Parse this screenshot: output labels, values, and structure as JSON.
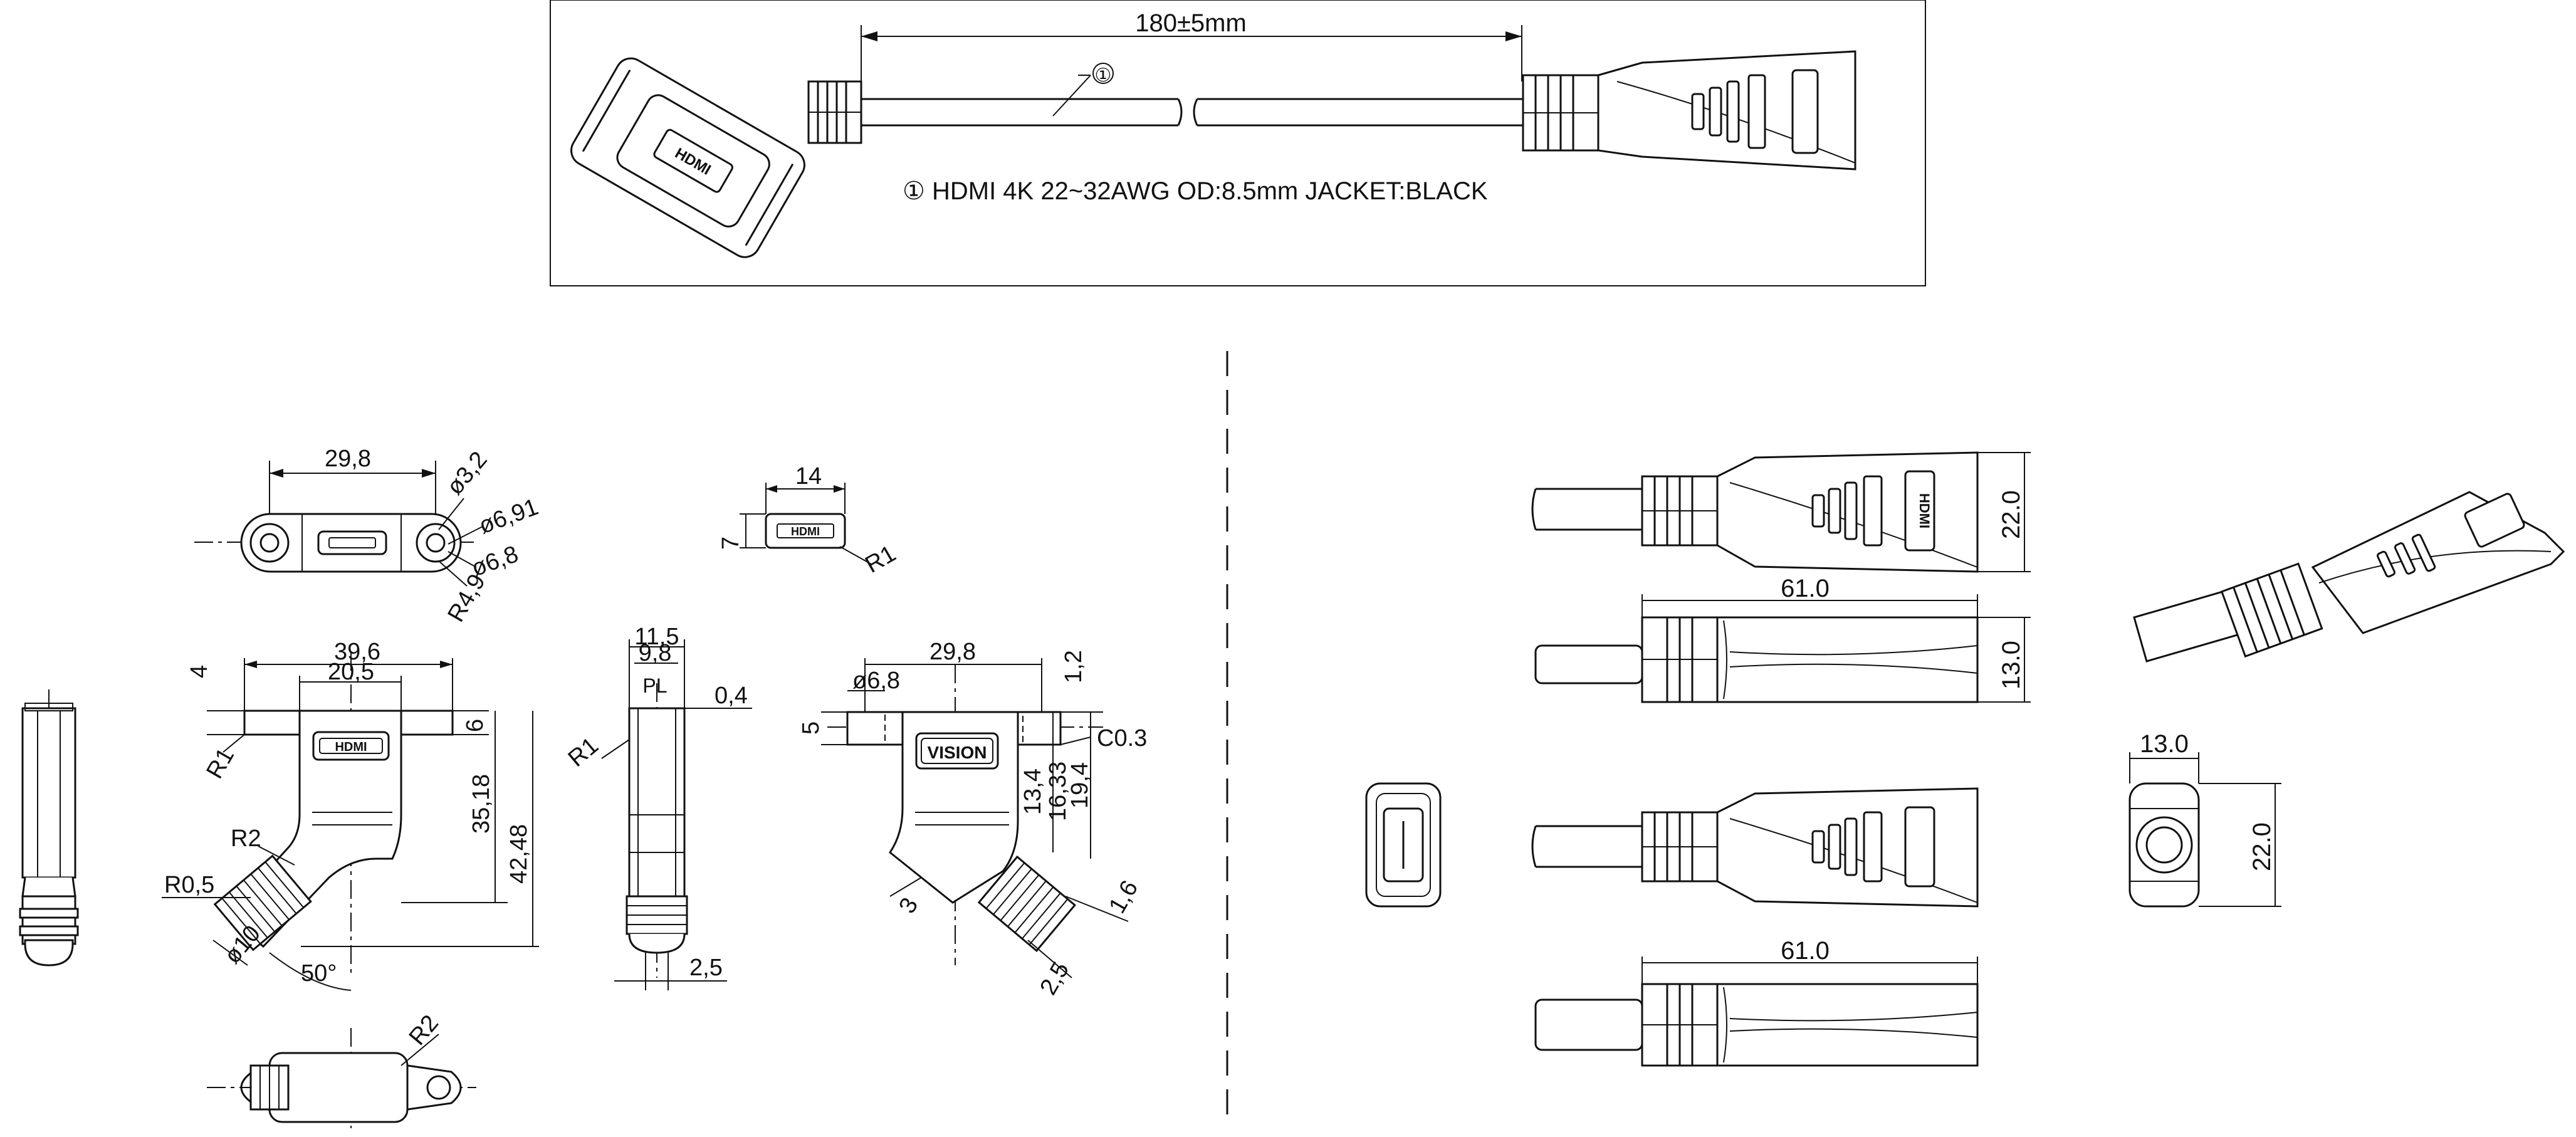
{
  "overview": {
    "length_dim": "180±5mm",
    "callout": "①",
    "spec_note": "① HDMI  4K     22~32AWG  OD:8.5mm  JACKET:BLACK",
    "logo_small": "HDMI"
  },
  "front_view": {
    "width": "29,8",
    "hole_dia": "ø3,2",
    "flange_dia": "ø6,91",
    "boss_dia": "ø6,8",
    "radius": "R4,9"
  },
  "connector_face": {
    "width": "14",
    "height": "7",
    "radius": "R1",
    "logo": "HDMI"
  },
  "side_view": {
    "outer_width": "39,6",
    "inner_width": "20,5",
    "flange": "4",
    "flange_thickness": "6",
    "radius_r1": "R1",
    "radius_r2": "R2",
    "radius_r05": "R0,5",
    "height_1": "35,18",
    "height_2": "42,48",
    "cable_dia": "ø10",
    "angle": "50°"
  },
  "edge_view": {
    "w1": "11,5",
    "w2": "9,8",
    "pl": "PL",
    "gap": "0,4",
    "radius": "R1",
    "cable": "2,5"
  },
  "back_view": {
    "width": "29,8",
    "hole": "ø6,8",
    "t1": "1,2",
    "t2": "5",
    "chamfer": "C0.3",
    "d1": "13,4",
    "d2": "16,33",
    "d3": "19,4",
    "d4": "3",
    "d5": "1,6",
    "d6": "2,5",
    "brand": "VISION"
  },
  "bottom_view": {
    "radius": "R2"
  },
  "right_panel": {
    "height_top": "22.0",
    "length_1": "61.0",
    "height_side": "13.0",
    "length_2": "61.0",
    "end_width": "13.0",
    "end_height": "22.0",
    "logo": "HDMI"
  }
}
